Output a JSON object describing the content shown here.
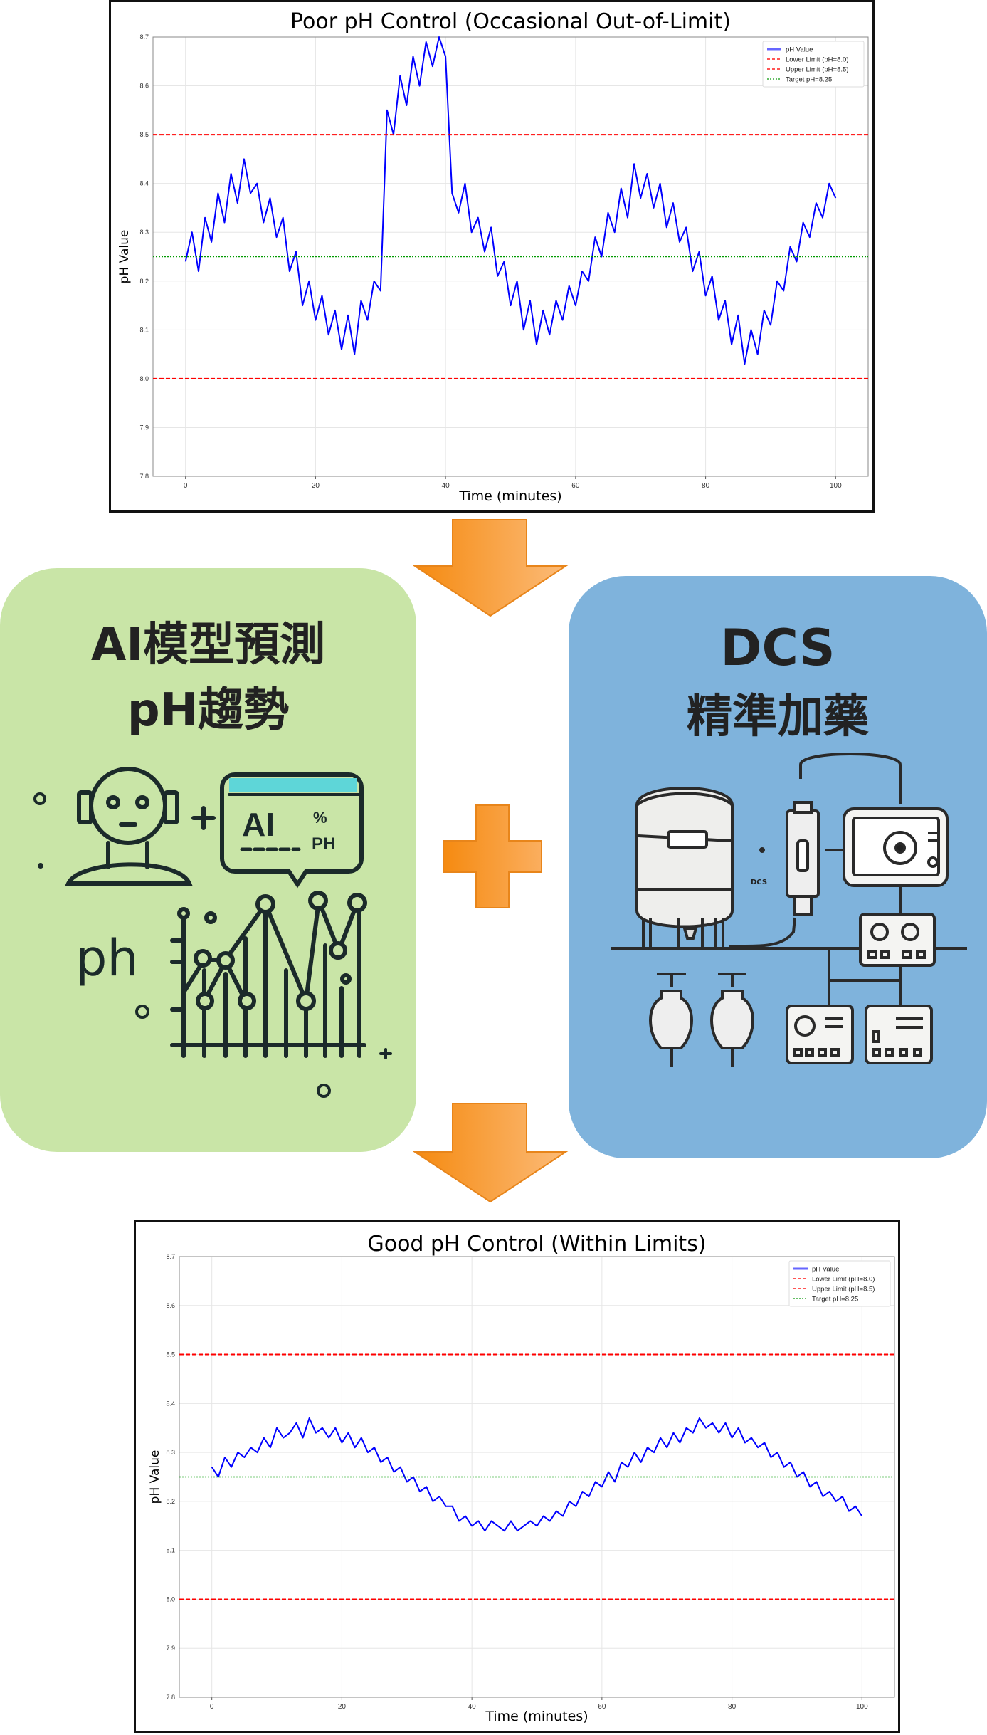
{
  "colors": {
    "series": "#0000ff",
    "limit": "#ff0000",
    "target": "#009900",
    "green_panel": "#c9e5a7",
    "blue_panel": "#7fb3dc",
    "arrow": "#f7931e"
  },
  "chart_data": [
    {
      "type": "line",
      "title": "Poor pH Control (Occasional Out-of-Limit)",
      "xlabel": "Time (minutes)",
      "ylabel": "pH Value",
      "xlim": [
        -5,
        105
      ],
      "ylim": [
        7.8,
        8.7
      ],
      "xticks": [
        0,
        20,
        40,
        60,
        80,
        100
      ],
      "yticks": [
        7.8,
        7.9,
        8.0,
        8.1,
        8.2,
        8.3,
        8.4,
        8.5,
        8.6,
        8.7
      ],
      "grid": true,
      "legend_position": "top-right",
      "legend": [
        "pH Value",
        "Lower Limit (pH=8.0)",
        "Upper Limit (pH=8.5)",
        "Target pH=8.25"
      ],
      "hlines": {
        "lower": 8.0,
        "upper": 8.5,
        "target": 8.25
      },
      "series": [
        {
          "name": "pH Value",
          "x_start": 0,
          "x_step": 1,
          "values": [
            8.24,
            8.3,
            8.22,
            8.33,
            8.28,
            8.38,
            8.32,
            8.42,
            8.36,
            8.45,
            8.38,
            8.4,
            8.32,
            8.37,
            8.29,
            8.33,
            8.22,
            8.26,
            8.15,
            8.2,
            8.12,
            8.17,
            8.09,
            8.14,
            8.06,
            8.13,
            8.05,
            8.16,
            8.12,
            8.2,
            8.18,
            8.55,
            8.5,
            8.62,
            8.56,
            8.66,
            8.6,
            8.69,
            8.64,
            8.7,
            8.66,
            8.38,
            8.34,
            8.4,
            8.3,
            8.33,
            8.26,
            8.31,
            8.21,
            8.24,
            8.15,
            8.2,
            8.1,
            8.16,
            8.07,
            8.14,
            8.09,
            8.16,
            8.12,
            8.19,
            8.15,
            8.22,
            8.2,
            8.29,
            8.25,
            8.34,
            8.3,
            8.39,
            8.33,
            8.44,
            8.37,
            8.42,
            8.35,
            8.4,
            8.31,
            8.36,
            8.28,
            8.31,
            8.22,
            8.26,
            8.17,
            8.21,
            8.12,
            8.16,
            8.07,
            8.13,
            8.03,
            8.1,
            8.05,
            8.14,
            8.11,
            8.2,
            8.18,
            8.27,
            8.24,
            8.32,
            8.29,
            8.36,
            8.33,
            8.4,
            8.37
          ]
        }
      ]
    },
    {
      "type": "line",
      "title": "Good pH Control (Within Limits)",
      "xlabel": "Time (minutes)",
      "ylabel": "pH Value",
      "xlim": [
        -5,
        105
      ],
      "ylim": [
        7.8,
        8.7
      ],
      "xticks": [
        0,
        20,
        40,
        60,
        80,
        100
      ],
      "yticks": [
        7.8,
        7.9,
        8.0,
        8.1,
        8.2,
        8.3,
        8.4,
        8.5,
        8.6,
        8.7
      ],
      "grid": true,
      "legend_position": "top-right",
      "legend": [
        "pH Value",
        "Lower Limit (pH=8.0)",
        "Upper Limit (pH=8.5)",
        "Target pH=8.25"
      ],
      "hlines": {
        "lower": 8.0,
        "upper": 8.5,
        "target": 8.25
      },
      "series": [
        {
          "name": "pH Value",
          "x_start": 0,
          "x_step": 1,
          "values": [
            8.27,
            8.25,
            8.29,
            8.27,
            8.3,
            8.29,
            8.31,
            8.3,
            8.33,
            8.31,
            8.35,
            8.33,
            8.34,
            8.36,
            8.33,
            8.37,
            8.34,
            8.35,
            8.33,
            8.35,
            8.32,
            8.34,
            8.31,
            8.33,
            8.3,
            8.31,
            8.28,
            8.29,
            8.26,
            8.27,
            8.24,
            8.25,
            8.22,
            8.23,
            8.2,
            8.21,
            8.19,
            8.19,
            8.16,
            8.17,
            8.15,
            8.16,
            8.14,
            8.16,
            8.15,
            8.14,
            8.16,
            8.14,
            8.15,
            8.16,
            8.15,
            8.17,
            8.16,
            8.18,
            8.17,
            8.2,
            8.19,
            8.22,
            8.21,
            8.24,
            8.23,
            8.26,
            8.24,
            8.28,
            8.27,
            8.3,
            8.28,
            8.31,
            8.3,
            8.33,
            8.31,
            8.34,
            8.32,
            8.35,
            8.34,
            8.37,
            8.35,
            8.36,
            8.34,
            8.36,
            8.33,
            8.35,
            8.32,
            8.33,
            8.31,
            8.32,
            8.29,
            8.3,
            8.27,
            8.28,
            8.25,
            8.26,
            8.23,
            8.24,
            8.21,
            8.22,
            8.2,
            8.21,
            8.18,
            8.19,
            8.17
          ]
        }
      ]
    }
  ],
  "ai_panel": {
    "title_line1": "AI模型預測",
    "title_line2": "pH趨勢",
    "bubble_text": "AI",
    "bubble_sub1": "%",
    "bubble_sub2": "PH",
    "ph_label": "ph"
  },
  "dcs_panel": {
    "title_line1": "DCS",
    "title_line2": "精準加藥",
    "diagram_label": "DCS"
  }
}
